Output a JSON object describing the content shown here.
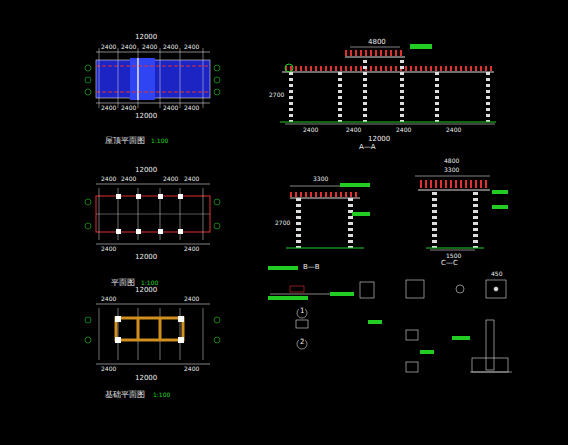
{
  "diagram": {
    "labels": [
      "12000",
      "2400",
      "2400",
      "2400",
      "2400",
      "2400",
      "2400",
      "2400",
      "2400",
      "2400",
      "12000",
      "屋顶平面图",
      "1:100",
      "12000",
      "2400",
      "2400",
      "2400",
      "2400",
      "2400",
      "2400",
      "12000",
      "平面图",
      "1:100",
      "12000",
      "2400",
      "2400",
      "2400",
      "2400",
      "12000",
      "基础平面图",
      "1:100",
      "4800",
      "2700",
      "2400",
      "2400",
      "2400",
      "2400",
      "12000",
      "A—A",
      "3300",
      "2700",
      "B—B",
      "4800",
      "3300",
      "1500",
      "C—C",
      "1",
      "2",
      "450"
    ]
  }
}
